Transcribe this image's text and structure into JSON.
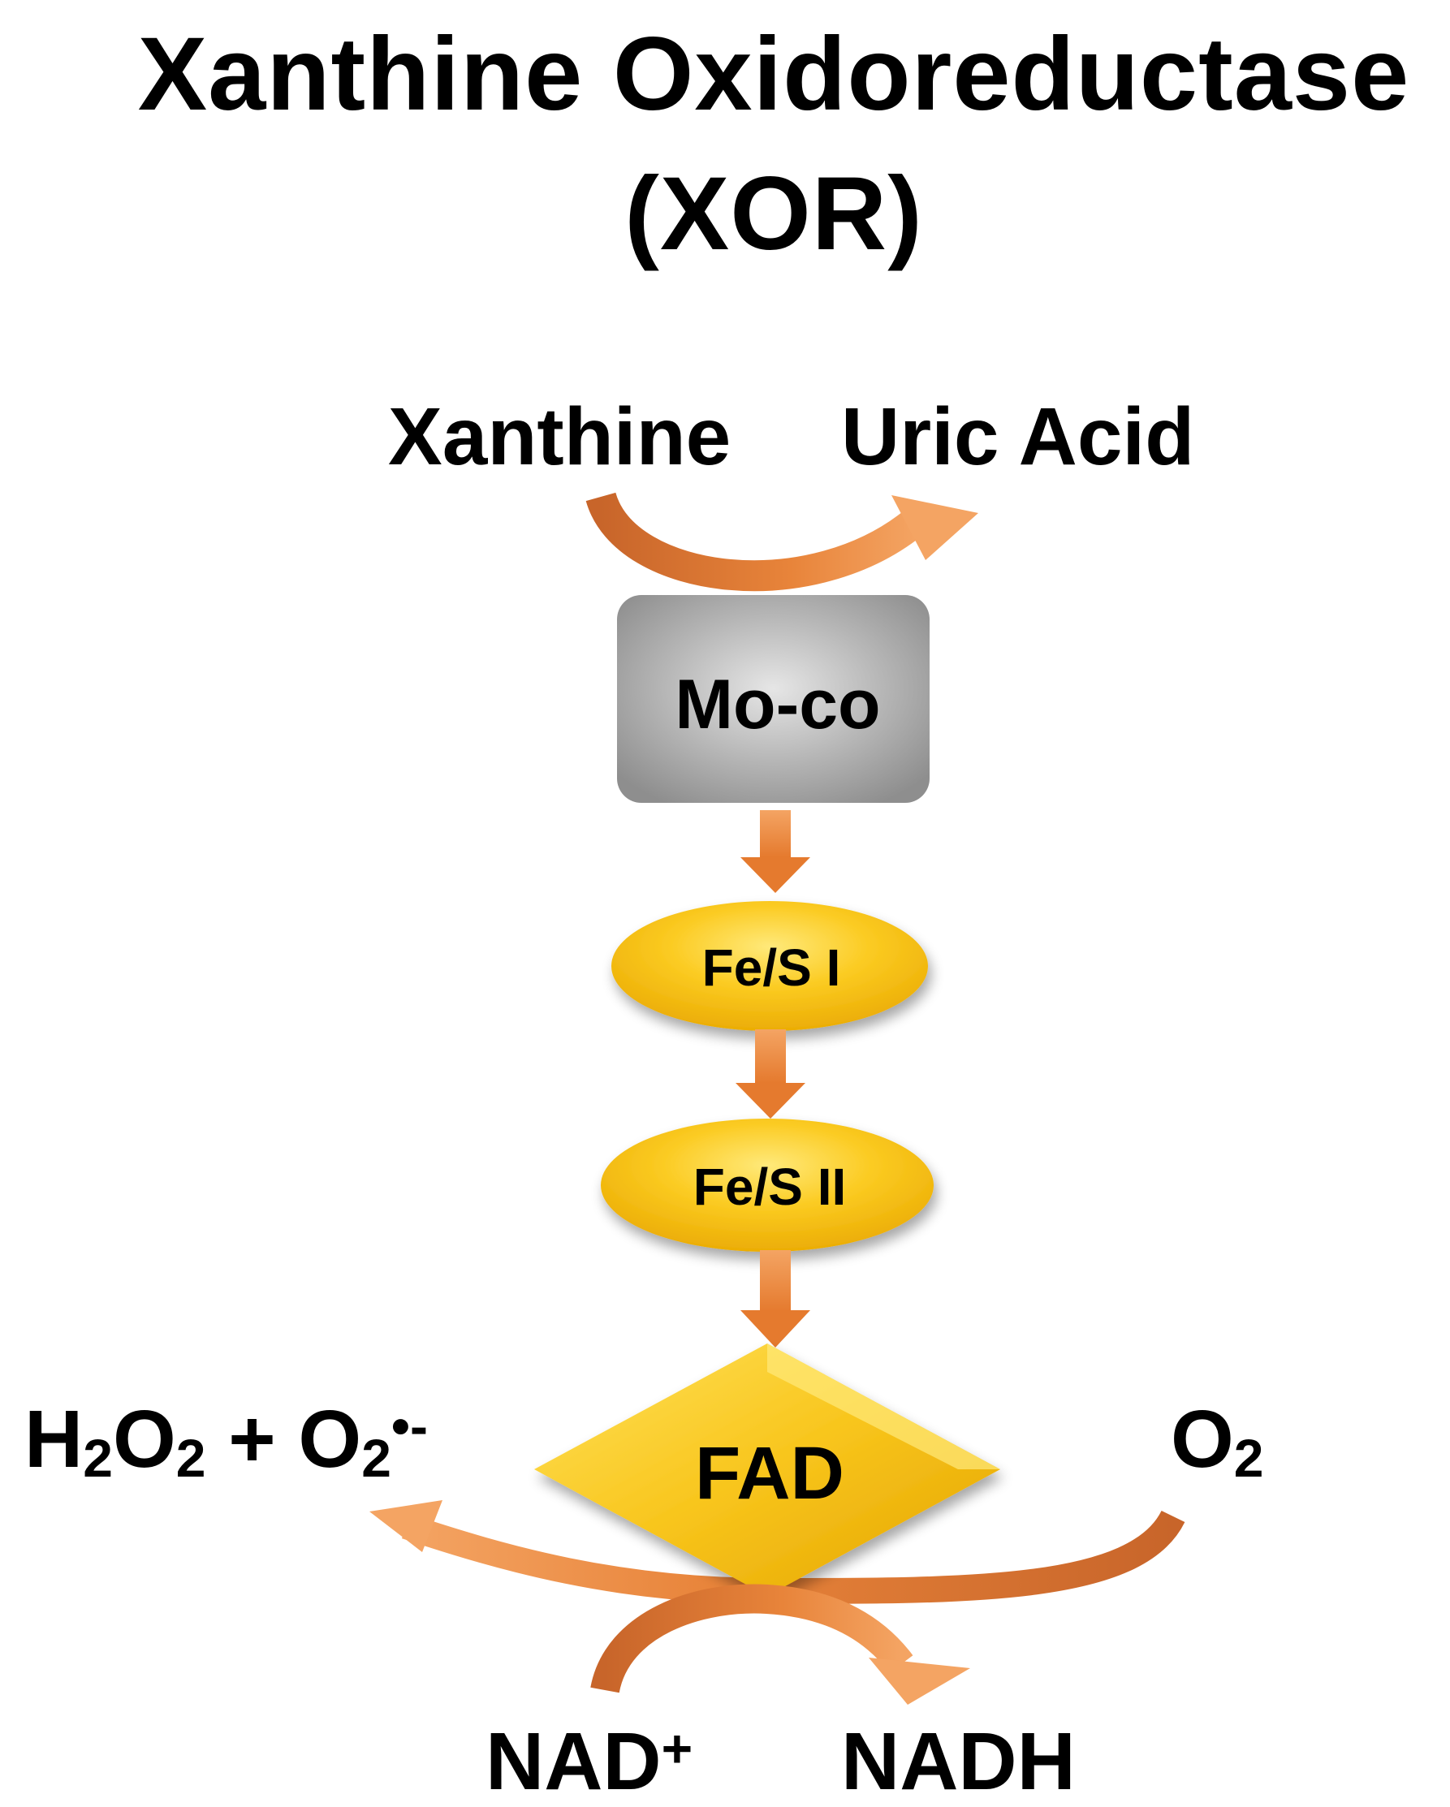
{
  "title": {
    "line1": "Xanthine Oxidoreductase",
    "line2": "(XOR)"
  },
  "top_reaction": {
    "substrate": "Xanthine",
    "product": "Uric Acid"
  },
  "nodes": {
    "moco": "Mo-co",
    "fes1": "Fe/S I",
    "fes2": "Fe/S II",
    "fad": "FAD"
  },
  "oxidase_reaction": {
    "products_H": "H",
    "products_sub1": "2",
    "products_O": "O",
    "products_sub2": "2",
    "products_plus": " + O",
    "products_sub3": "2",
    "products_radical": "•-",
    "reactant_O": "O",
    "reactant_sub": "2"
  },
  "dehydrogenase_reaction": {
    "reactant": "NAD",
    "reactant_charge": "+",
    "product": "NADH"
  },
  "colors": {
    "arrow": "#E8843A",
    "arrow_dark": "#C8652A",
    "moco_box": "#A9A9A9",
    "cluster_fill": "#F7C21A",
    "cluster_highlight": "#FFE566"
  }
}
